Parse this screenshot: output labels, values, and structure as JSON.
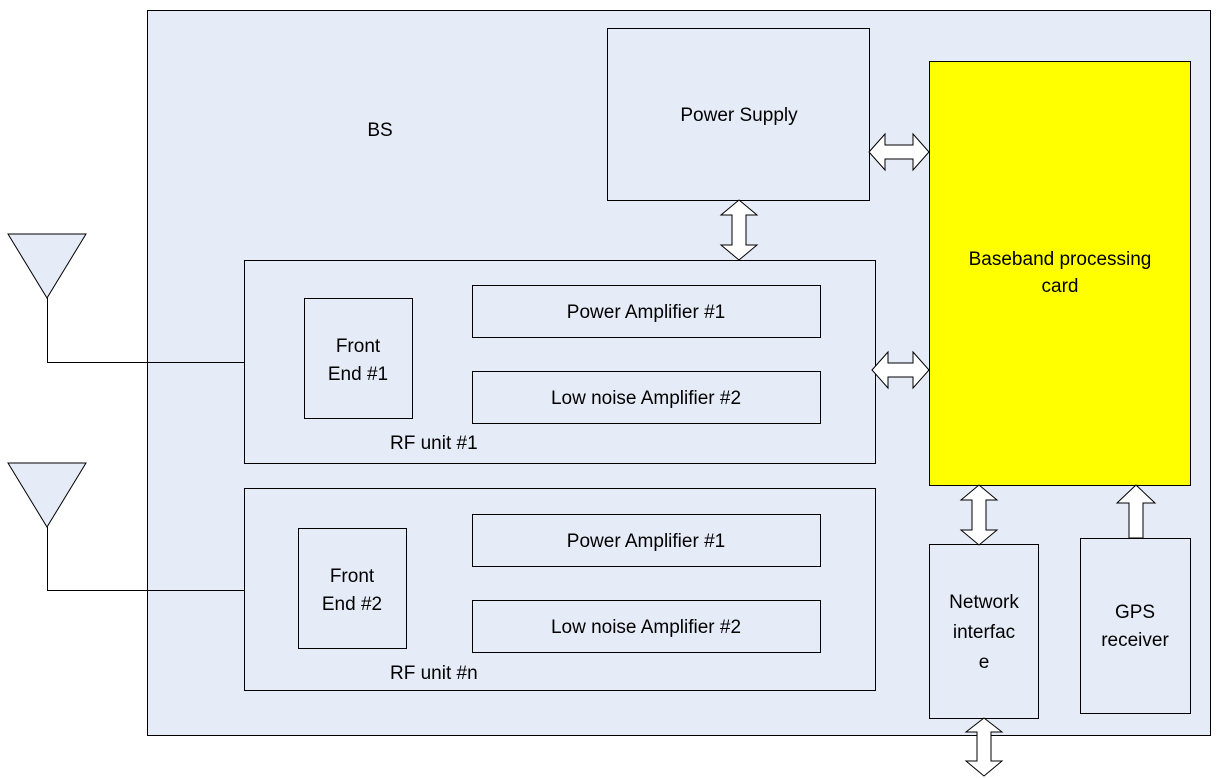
{
  "diagram": {
    "bs_label": "BS",
    "power_supply": "Power Supply",
    "baseband": [
      "Baseband processing",
      "card"
    ],
    "rf_unit_1": {
      "front_end": [
        "Front",
        "End #1"
      ],
      "power_amp": "Power Amplifier #1",
      "lna": "Low noise Amplifier #2",
      "label": "RF unit #1"
    },
    "rf_unit_n": {
      "front_end": [
        "Front",
        "End #2"
      ],
      "power_amp": "Power Amplifier #1",
      "lna": "Low noise Amplifier #2",
      "label": "RF unit #n"
    },
    "network_interface": [
      "Network",
      "interfac",
      "e"
    ],
    "gps_receiver": [
      "GPS",
      "receiver"
    ]
  },
  "colors": {
    "bs_fill": "#e6ecf7",
    "box_fill": "#e6ecf7",
    "baseband_fill": "#ffff00",
    "antenna_fill": "#e6ecf7"
  }
}
